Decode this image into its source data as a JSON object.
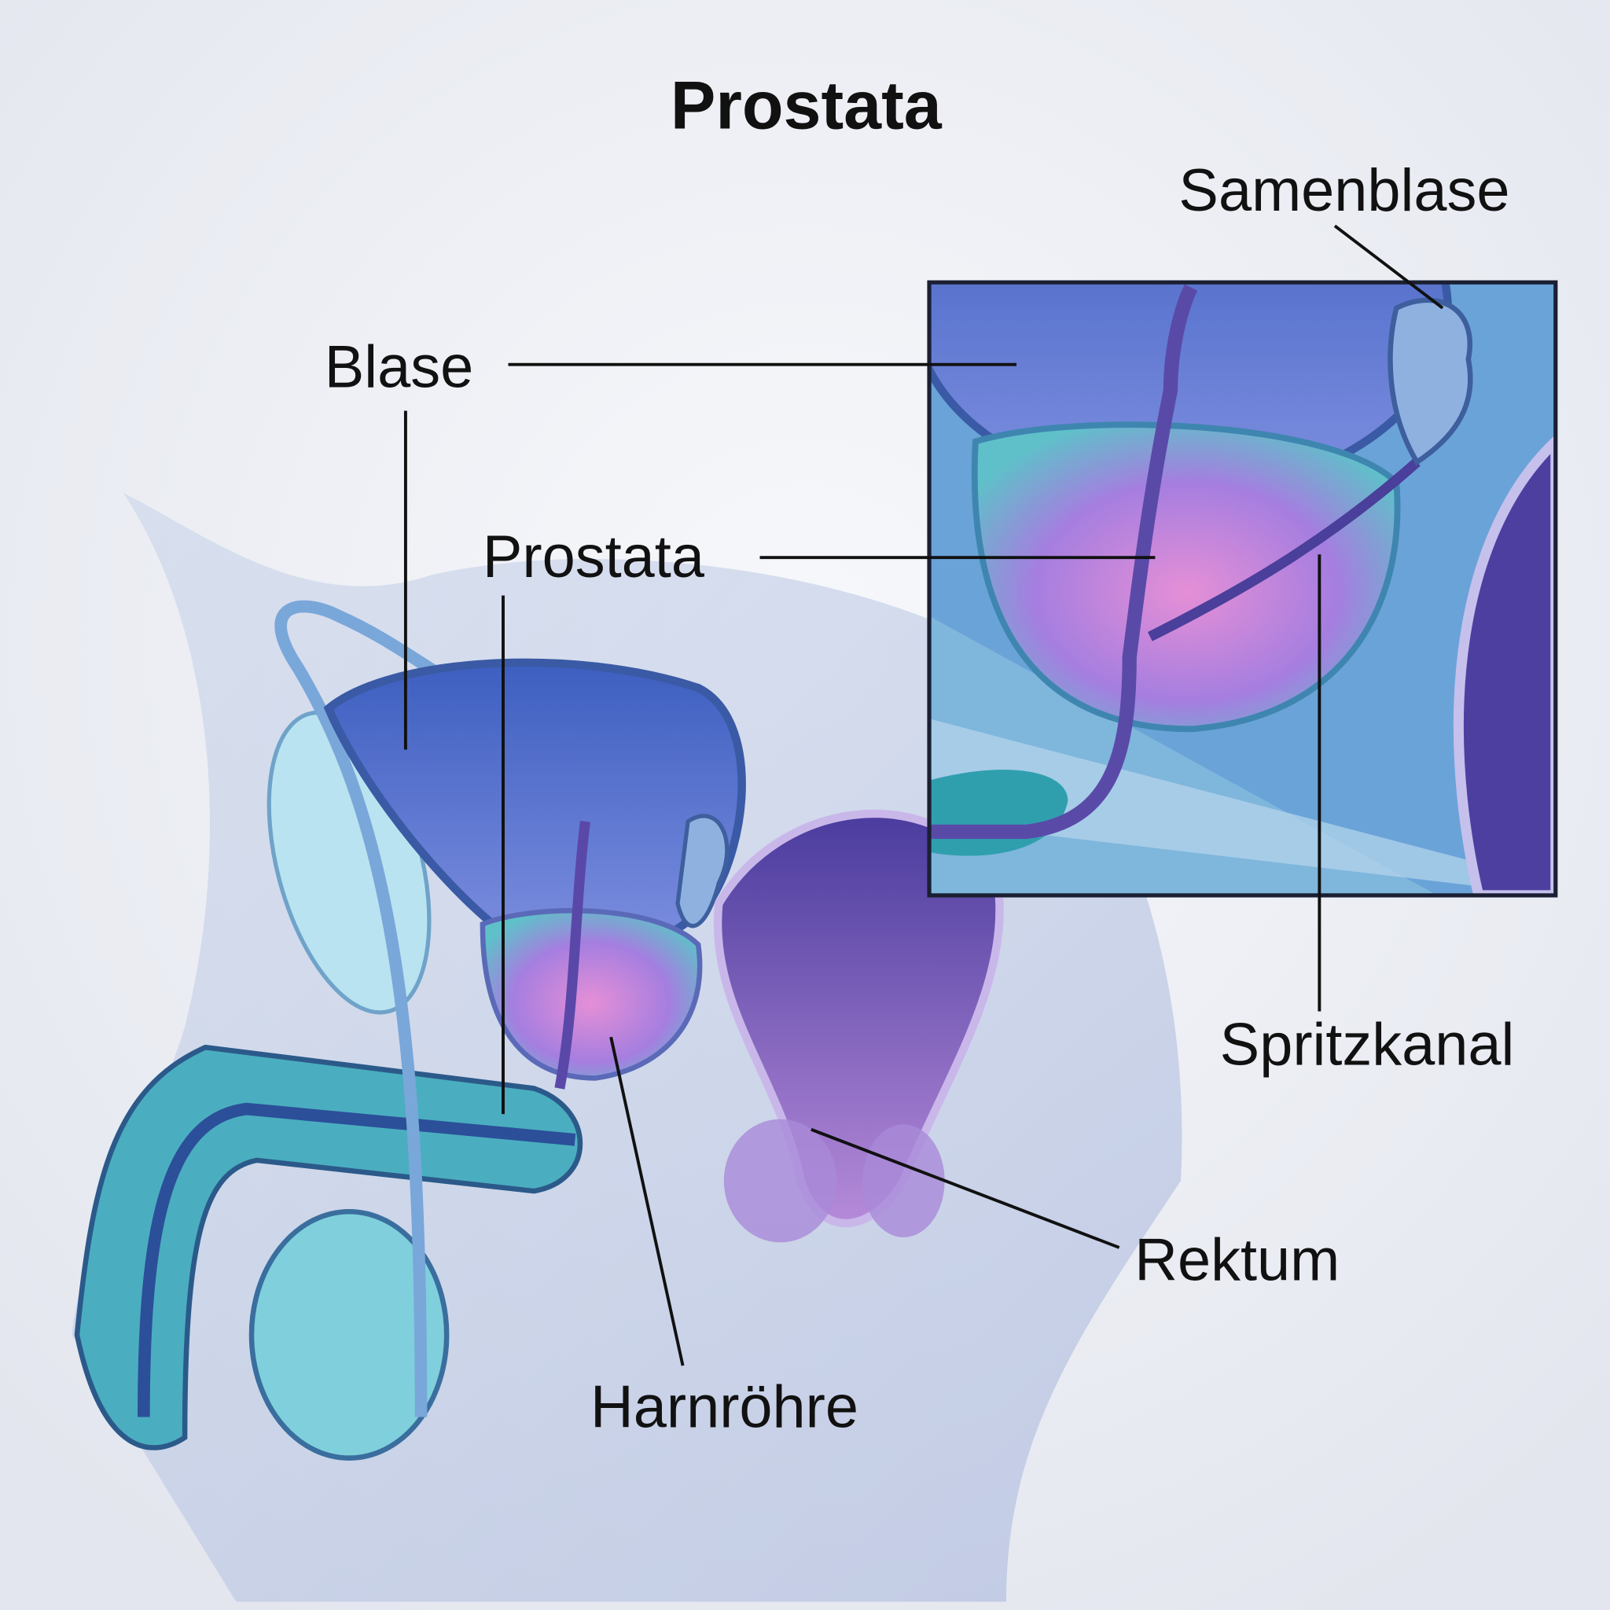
{
  "title": "Prostata",
  "labels": {
    "samenblase": "Samenblase",
    "blase": "Blase",
    "prostata": "Prostata",
    "spritzkanal": "Spritzkanal",
    "rektum": "Rektum",
    "harnroehre": "Harnröhre"
  },
  "colors": {
    "background": "#eef0f5",
    "bladder": "#4f73c9",
    "prostate": "#d58ad8",
    "tissue_teal": "#4fb7c3",
    "rectum": "#6a4fb0",
    "outline": "#2b3a6a"
  }
}
